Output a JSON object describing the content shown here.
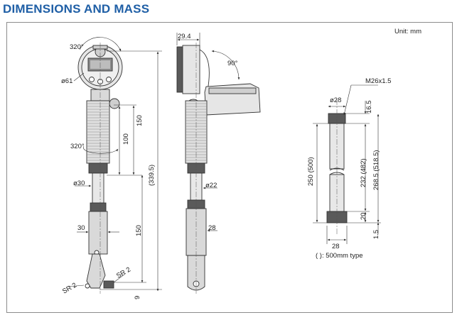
{
  "title": "DIMENSIONS AND MASS",
  "unit": "Unit: mm",
  "note": "(  ): 500mm type",
  "dimensions": {
    "rot_top": "320°",
    "dia_61": "ø61",
    "h150_top": "150",
    "h100": "100",
    "rot_mid": "320°",
    "h339": "(339.5)",
    "dia_30": "ø30",
    "w30": "30",
    "h150_bottom": "150",
    "sr_left": "SR 2",
    "sr_right": "SR 2",
    "h9": "9",
    "w29": "29.4",
    "angle_90": "90°",
    "dia_22": "ø22",
    "w28_side": "28",
    "thread": "M26x1.5",
    "dia_28": "ø28",
    "h16": "16.5",
    "h250": "250 (500)",
    "h232": "232 (482)",
    "h268": "268.5 (518.5)",
    "h20": "20",
    "h15": "1.5",
    "w28_rod": "28"
  },
  "colors": {
    "title": "#1f5fa6",
    "body_fill": "#d9d9d9",
    "dark_fill": "#5a5a5a",
    "line": "#333333"
  }
}
